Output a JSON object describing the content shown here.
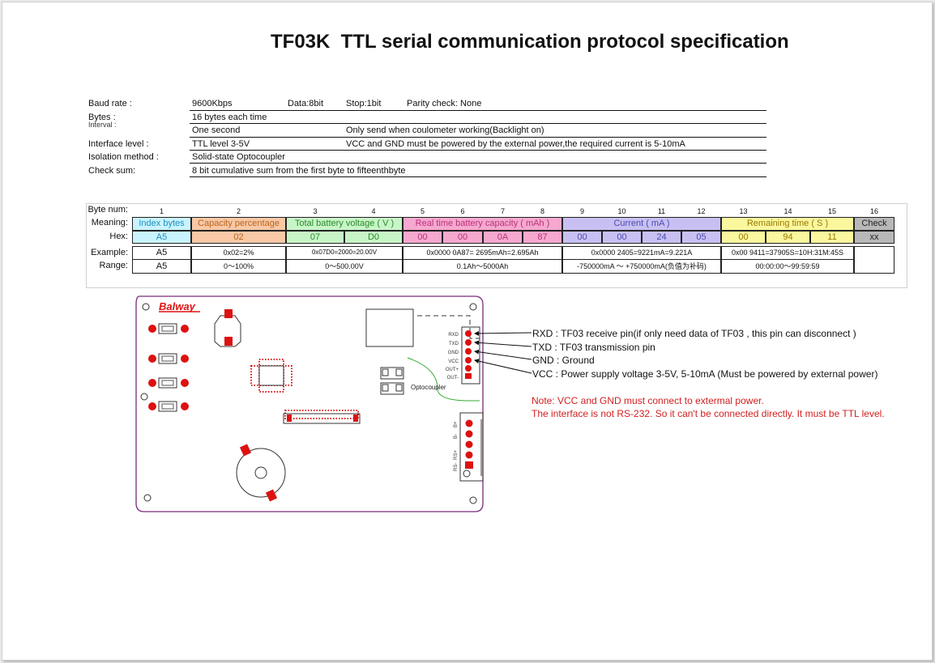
{
  "title": "TF03K  TTL serial communication protocol specification",
  "spec": {
    "baud_label": "Baud rate :",
    "baud_value": "9600Kbps",
    "data_bits": "Data:8bit",
    "stop_bits": "Stop:1bit",
    "parity": "Parity check: None",
    "bytes_label": "Bytes :",
    "bytes_value": "16 bytes each time",
    "interval_label": "Interval :",
    "interval_value": "One second",
    "interval_note": "Only send when coulometer working(Backlight on)",
    "level_label": "Interface level :",
    "level_value": "TTL level 3-5V",
    "level_note": "VCC and GND must be powered by the external power,the required current is 5-10mA",
    "isolation_label": "Isolation method :",
    "isolation_value": "Solid-state Optocoupler",
    "checksum_label": "Check sum:",
    "checksum_value": "8 bit cumulative sum from the first byte to fifteenthbyte"
  },
  "table": {
    "row_labels": {
      "byte_num": "Byte num:",
      "meaning": "Meaning:",
      "hex": "Hex:",
      "example": "Example:",
      "range": "Range:"
    },
    "byte_numbers": [
      "1",
      "2",
      "3",
      "4",
      "5",
      "6",
      "7",
      "8",
      "9",
      "10",
      "11",
      "12",
      "13",
      "14",
      "15",
      "16"
    ],
    "meanings": {
      "index": "Index bytes",
      "capacity": "Capacity percentage",
      "voltage": "Total battery voltage ( V )",
      "realcap": "Real time battery capacity ( mAh )",
      "current": "Current ( mA )",
      "time": "Remaining time ( S )",
      "check": "Check"
    },
    "hex": [
      "A5",
      "02",
      "07",
      "D0",
      "00",
      "00",
      "0A",
      "87",
      "00",
      "00",
      "24",
      "05",
      "00",
      "94",
      "11",
      "xx"
    ],
    "examples": {
      "index": "A5",
      "capacity": "0x02=2%",
      "voltage": "0x07D0=2000=20.00V",
      "realcap": "0x0000 0A87= 2695mAh=2.695Ah",
      "current": "0x0000 2405=9221mA=9.221A",
      "time": "0x00 9411=37905S=10H:31M:45S"
    },
    "ranges": {
      "index": "A5",
      "capacity": "0～100%",
      "voltage": "0～500.00V",
      "realcap": "0.1Ah～5000Ah",
      "current": "-750000mA ～  +750000mA(负值为补码)",
      "time": "00:00:00～99:59:59"
    },
    "colors": {
      "index": "#c9f4ff",
      "capacity": "#f9c8a6",
      "voltage": "#c8f5c8",
      "realcap": "#f6a8cf",
      "current": "#c8c0f2",
      "time": "#fbf79e",
      "check": "#b8b8b8"
    },
    "text_colors": {
      "index": "#1c8fbf",
      "capacity": "#b8661e",
      "voltage": "#2a8a2a",
      "realcap": "#b8337a",
      "current": "#4a4ab2",
      "time": "#9a7a00",
      "check": "#222"
    }
  },
  "board": {
    "logo": "Balway",
    "pin_labels": [
      "RXD",
      "TXD",
      "GND",
      "VCC",
      "OUT+",
      "OUT-"
    ],
    "side_labels": [
      "B+",
      "B-",
      "RS+",
      "RS-"
    ],
    "optocoupler": "Optocoupler"
  },
  "pins": {
    "rxd": "RXD  : TF03 receive pin(if only need data of TF03 , this pin can disconnect )",
    "txd": "TXD  : TF03 transmission pin",
    "gnd": "GND : Ground",
    "vcc": "VCC  : Power supply voltage 3-5V, 5-10mA (Must be powered by external power)"
  },
  "notes": {
    "line1": "Note: VCC and GND must connect to extermal power.",
    "line2": "The interface is not RS-232. So it can't be connected directly. It must be TTL level."
  }
}
